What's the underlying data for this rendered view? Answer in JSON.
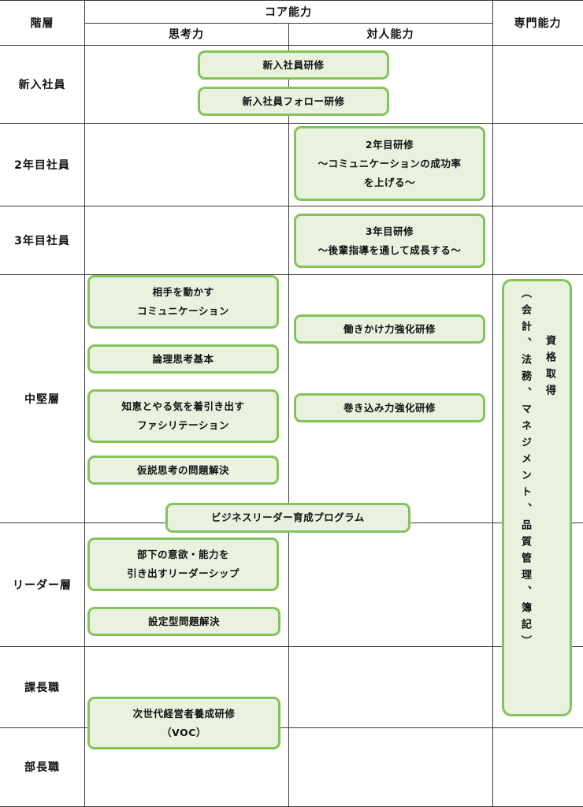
{
  "headers": {
    "level": "階層",
    "core": "コア能力",
    "thinking": "思考力",
    "interpersonal": "対人能力",
    "specialty": "専門能力"
  },
  "levels": {
    "new_employee": "新入社員",
    "year2": "2年目社員",
    "year3": "3年目社員",
    "mid_level": "中堅層",
    "leader": "リーダー層",
    "section_chief": "課長職",
    "department_head": "部長職"
  },
  "programs": {
    "new_hire_training": "新入社員研修",
    "new_hire_followup": "新入社員フォロー研修",
    "year2_title": "2年目研修",
    "year2_sub1": "～コミュニケーションの成功率",
    "year2_sub2": "を上げる～",
    "year3_title": "3年目研修",
    "year3_sub": "～後輩指導を通して成長する～",
    "move_others_1": "相手を動かす",
    "move_others_2": "コミュニケーション",
    "logical_thinking": "論理思考基本",
    "facilitation_1": "知恵とやる気を着引き出す",
    "facilitation_2": "ファシリテーション",
    "hypothesis_thinking": "仮説思考の問題解決",
    "influence_training": "働きかけ力強化研修",
    "involvement_training": "巻き込み力強化研修",
    "business_leader": "ビジネスリーダー育成プログラム",
    "leadership_1": "部下の意欲・能力を",
    "leadership_2": "引き出すリーダーシップ",
    "setting_problem": "設定型問題解決",
    "next_gen_1": "次世代経営者養成研修",
    "next_gen_2": "（VOC）"
  },
  "certification": {
    "title": "資格取得",
    "detail": "（会計、法務、マネジメント、品質管理、簿記）"
  },
  "colors": {
    "box_fill": "#e9f2de",
    "box_border": "#82c45a",
    "grid_line": "#3a3a3a"
  }
}
